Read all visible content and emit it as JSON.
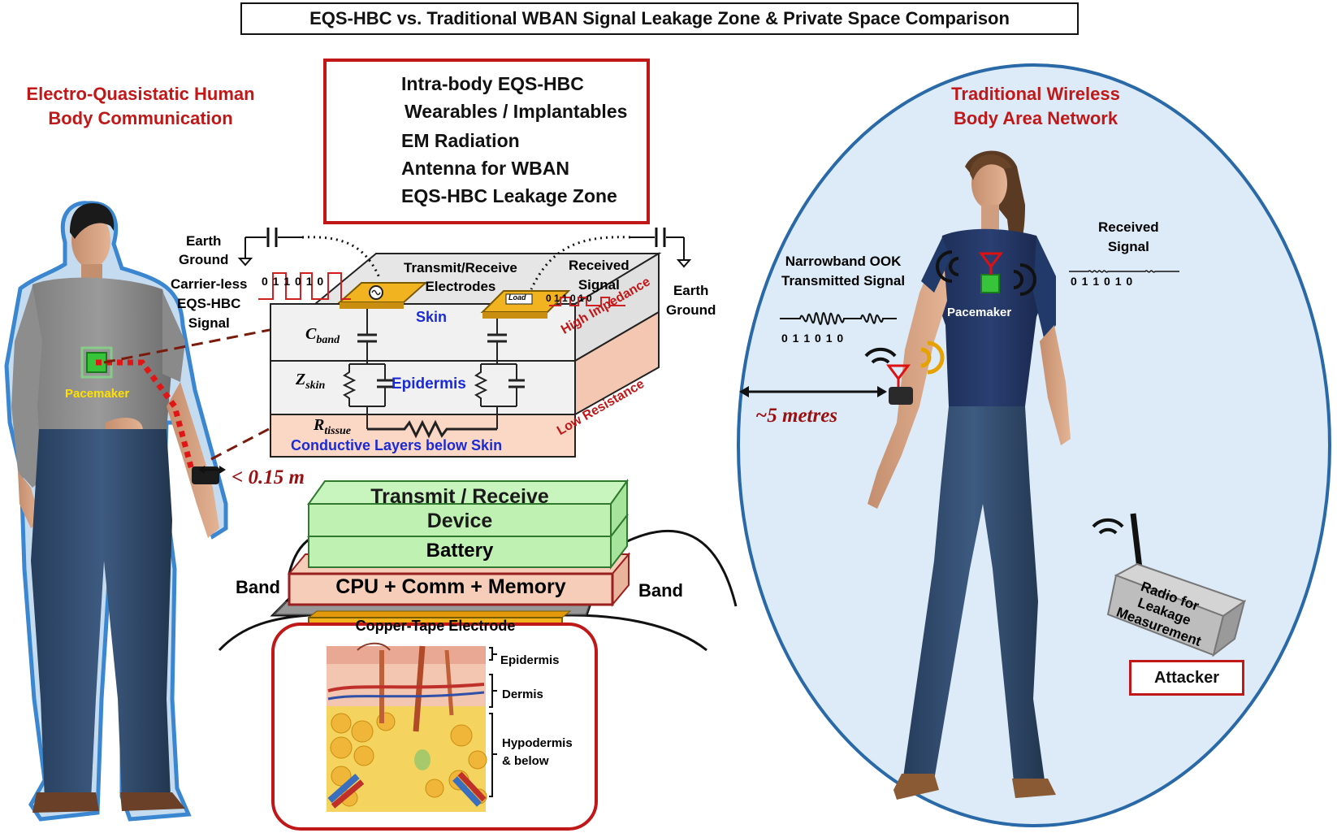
{
  "title": "EQS-HBC vs. Traditional WBAN Signal Leakage Zone & Private Space Comparison",
  "legend": {
    "items": [
      {
        "icon": "red-dotted-line-icon",
        "label": "Intra-body  EQS-HBC"
      },
      {
        "icon": "wearable-implantable-icon",
        "label": "Wearables  / Implantables"
      },
      {
        "icon": "wifi-icon",
        "label": "EM Radiation"
      },
      {
        "icon": "antenna-icon",
        "label": "Antenna for WBAN"
      },
      {
        "icon": "blue-square-icon",
        "label": "EQS-HBC Leakage Zone"
      }
    ]
  },
  "left": {
    "title_line1": "Electro-Quasistatic Human",
    "title_line2": "Body Communication",
    "pacemaker": "Pacemaker",
    "distance": "< 0.15  m"
  },
  "right": {
    "title_line1": "Traditional Wireless",
    "title_line2": "Body Area Network",
    "pacemaker": "Pacemaker",
    "distance": "~5 metres",
    "tx_label_line1": "Narrowband OOK",
    "tx_label_line2": "Transmitted Signal",
    "tx_bits": "0   1   1     0   1    0",
    "rx_label_line1": "Received",
    "rx_label_line2": "Signal",
    "rx_bits": "0    1   1       0    1      0",
    "radio_line1": "Radio for",
    "radio_line2": "Leakage",
    "radio_line3": "Measurement",
    "attacker": "Attacker"
  },
  "circuit": {
    "earth_ground_left_1": "Earth",
    "earth_ground_left_2": "Ground",
    "earth_ground_right_1": "Earth",
    "earth_ground_right_2": "Ground",
    "carrier_1": "Carrier-less",
    "carrier_2": "EQS-HBC",
    "carrier_3": "Signal",
    "tx_bits": "0   1   1   0   1   0",
    "electrodes_1": "Transmit/Receive",
    "electrodes_2": "Electrodes",
    "received_1": "Received",
    "received_2": "Signal",
    "rx_bits": "0  1  1  0  1  0",
    "load": "Load",
    "skin": "Skin",
    "c_band_main": "C",
    "c_band_sub": "band",
    "z_skin_main": "Z",
    "z_skin_sub": "skin",
    "r_tissue_main": "R",
    "r_tissue_sub": "tissue",
    "epidermis": "Epidermis",
    "conductive": "Conductive Layers below Skin",
    "high_impedance": "High Impedance",
    "low_resistance": "Low Resistance"
  },
  "device": {
    "top_line1": "Transmit / Receive",
    "top_line2": "Device",
    "battery": "Battery",
    "cpu": "CPU + Comm  + Memory",
    "electrode": "Copper-Tape Electrode",
    "band_left": "Band",
    "band_right": "Band",
    "layer_epidermis": "Epidermis",
    "layer_dermis": "Dermis",
    "layer_hypo_1": "Hypodermis",
    "layer_hypo_2": "& below"
  },
  "colors": {
    "accent_red": "#c01818",
    "label_blue": "#1a2bd6",
    "ellipse_fill": "#dcebf7",
    "ellipse_stroke": "#2a69a8",
    "device_green": "#bff2b2",
    "device_salmon": "#f6cdb8",
    "electrode_gold": "#f3b21a"
  }
}
